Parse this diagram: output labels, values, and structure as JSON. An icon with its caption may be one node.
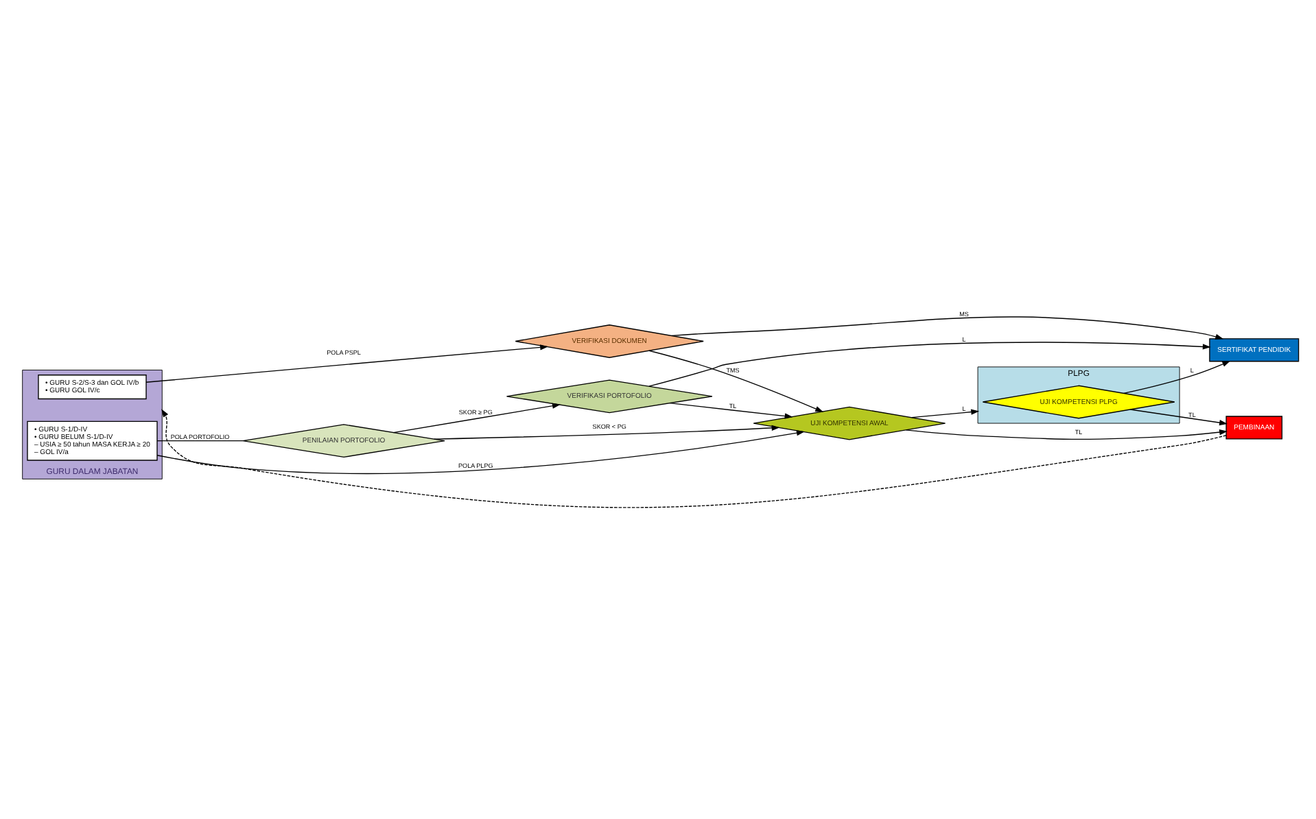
{
  "diagram": {
    "nodes": [
      {
        "text": [
          "GURU DALAM JABATAN"
        ]
      },
      {
        "text": [
          "• GURU S-2/S-3 dan GOL IV/b",
          "• GURU GOL IV/c"
        ],
        "in": 0
      },
      {
        "text": [
          "• GURU S-1/D-IV",
          "• GURU BELUM S-1/D-IV",
          "– USIA ≥ 50 tahun MASA KERJA ≥ 20",
          "– GOL IV/a"
        ],
        "in": 0
      },
      {
        "text": [
          "VERIFIKASI DOKUMEN"
        ]
      },
      {
        "text": [
          "PENILAIAN PORTOFOLIO"
        ]
      },
      {
        "text": [
          "VERIFIKASI PORTOFOLIO"
        ]
      },
      {
        "text": [
          "SERTIFIKAT PENDIDIK"
        ]
      },
      {
        "text": [
          "UJI KOMPETENSI AWAL"
        ]
      },
      {
        "text": [
          "PLPG"
        ]
      },
      {
        "text": [
          "UJI KOMPETENSI PLPG"
        ],
        "in": 8
      },
      {
        "text": [
          "PEMBINAAN"
        ]
      }
    ],
    "edges": [
      {
        "from": 1,
        "to": 3,
        "arrow": "to",
        "label": "POLA PSPL"
      },
      {
        "from": 2,
        "to": 4,
        "arrow": "none",
        "label": "POLA PORTOFOLIO"
      },
      {
        "from": 2,
        "to": 7,
        "arrow": "to",
        "label": "POLA PLPG"
      },
      {
        "from": 3,
        "to": 6,
        "arrow": "to",
        "label": "MS"
      },
      {
        "from": 3,
        "to": 7,
        "arrow": "to",
        "label": "TMS"
      },
      {
        "from": 4,
        "to": 5,
        "arrow": "to",
        "label": "SKOR ≥ PG"
      },
      {
        "from": 4,
        "to": 7,
        "arrow": "to",
        "label": "SKOR < PG"
      },
      {
        "from": 5,
        "to": 6,
        "arrow": "to",
        "label": "L"
      },
      {
        "from": 5,
        "to": 7,
        "arrow": "to",
        "label": "TL"
      },
      {
        "from": 7,
        "to": 8,
        "arrow": "to",
        "label": "L"
      },
      {
        "from": 9,
        "to": 6,
        "arrow": "to",
        "label": "L"
      },
      {
        "from": 9,
        "to": 10,
        "arrow": "to",
        "label": "TL"
      },
      {
        "from": 7,
        "to": 10,
        "arrow": "to",
        "label": "TL"
      },
      {
        "from": 10,
        "to": 0,
        "arrow": "to",
        "style": "dashed"
      }
    ]
  }
}
